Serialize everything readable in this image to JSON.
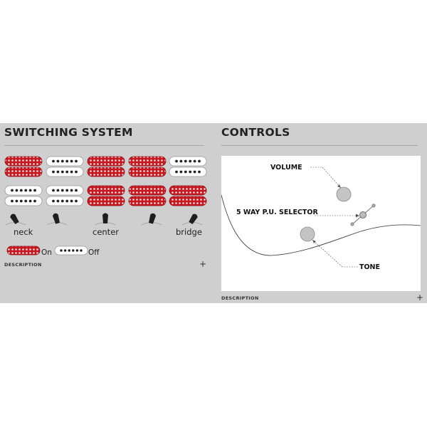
{
  "switching": {
    "title": "SWITCHING SYSTEM",
    "pickup_rows": [
      [
        "active",
        "inactive",
        "active",
        "active",
        "inactive"
      ],
      [
        "inactive",
        "inactive",
        "active",
        "active",
        "active"
      ]
    ],
    "positions": [
      "neck",
      "center",
      "bridge"
    ],
    "legend_on": "On",
    "legend_off": "Off",
    "description": "DESCRIPTION",
    "expand": "+"
  },
  "controls": {
    "title": "CONTROLS",
    "volume": "VOLUME",
    "selector": "5 WAY P.U. SELECTOR",
    "tone": "TONE",
    "description": "DESCRIPTION",
    "expand": "+"
  },
  "colors": {
    "band": "#cfcfcf",
    "pickup_on": "#c8171e",
    "pickup_off": "#ffffff",
    "knob": "#c4c4c4"
  },
  "icons": [
    "toggle-switch-icon",
    "knob-icon",
    "plus-icon"
  ]
}
